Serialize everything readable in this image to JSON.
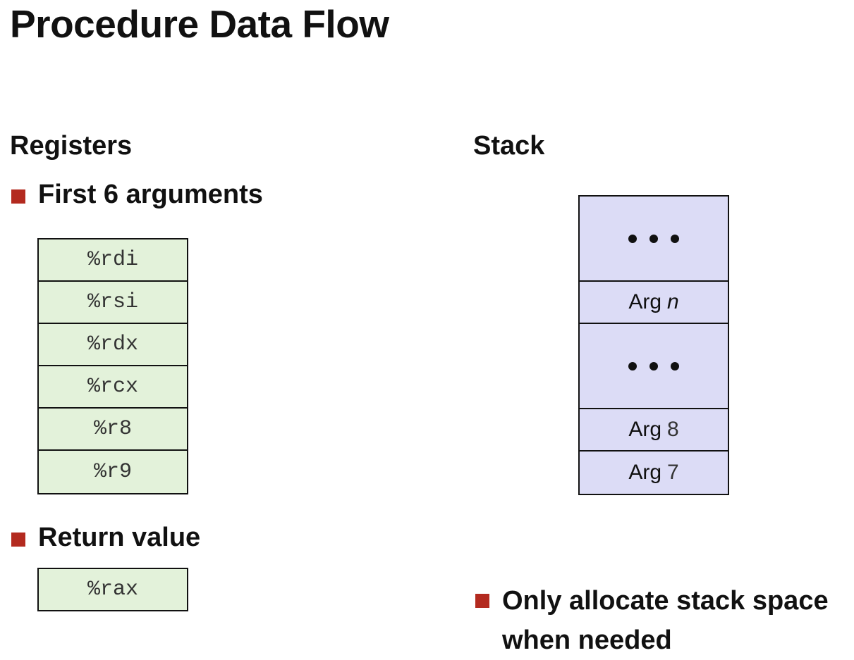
{
  "title": "Procedure Data Flow",
  "registers": {
    "heading": "Registers",
    "args_bullet": "First 6 arguments",
    "arg_registers": [
      "%rdi",
      "%rsi",
      "%rdx",
      "%rcx",
      "%r8",
      "%r9"
    ],
    "return_bullet": "Return value",
    "return_register": "%rax"
  },
  "stack": {
    "heading": "Stack",
    "cells": [
      {
        "kind": "ellipsis"
      },
      {
        "kind": "arg",
        "label": "Arg",
        "index": "n"
      },
      {
        "kind": "ellipsis"
      },
      {
        "kind": "arg",
        "label": "Arg",
        "index": "8"
      },
      {
        "kind": "arg",
        "label": "Arg",
        "index": "7"
      }
    ],
    "note_line1": "Only allocate stack space",
    "note_line2": "when needed"
  },
  "colors": {
    "register_fill": "#e3f2da",
    "stack_fill": "#dcdcf6",
    "bullet": "#b32a1f"
  }
}
